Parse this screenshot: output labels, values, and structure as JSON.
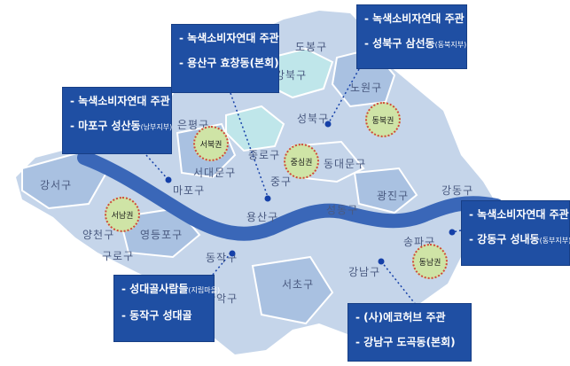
{
  "colors": {
    "callout_bg": "#1f4fa3",
    "zone_fill": "#cfe4a6",
    "zone_border": "#d0483c",
    "river": "#3a67b8",
    "district_light": "#c5d5ea",
    "district_teal": "#bfe6ea"
  },
  "districts": {
    "dobong": "도봉구",
    "gangbuk": "강북구",
    "nowon": "노원구",
    "seongbuk": "성북구",
    "eunpyeong": "은평구",
    "jongno": "종로구",
    "seodaemun": "서대문구",
    "dongdaemun": "동대문구",
    "mapo": "마포구",
    "jung": "중구",
    "gangseo": "강서구",
    "yongsan": "용산구",
    "seongdong": "성동구",
    "gwangjin": "광진구",
    "gangdong": "강동구",
    "yangcheon": "양천구",
    "yeongdeungpo": "영등포구",
    "guro": "구로구",
    "dongjak": "동작구",
    "gwanak": "관악구",
    "seocho": "서초구",
    "gangnam": "강남구",
    "songpa": "송파구"
  },
  "zones": {
    "northwest": "서북권",
    "center": "중심권",
    "northeast": "동북권",
    "southwest": "서남권",
    "southeast": "동남권"
  },
  "callouts": {
    "yongsan": {
      "line1": "- 녹색소비자연대 주관",
      "line2": "- 용산구  효창동(본회)"
    },
    "seongbuk": {
      "line1": "- 녹색소비자연대 주관",
      "line2_main": "- 성북구 삼선동",
      "line2_note": "(동북지부)"
    },
    "mapo": {
      "line1": "- 녹색소비자연대 주관",
      "line2_main": "- 마포구 성산동",
      "line2_note": "(남부지부)"
    },
    "gangdong": {
      "line1": "- 녹색소비자연대 주관",
      "line2_main": "- 강동구 성내동",
      "line2_note": "(동부지부)"
    },
    "dongjak": {
      "line1_main": "- 성대골사람들",
      "line1_note": "(지립마을)",
      "line2": "- 동작구 성대골"
    },
    "gangnam": {
      "line1": "- (사)에코허브 주관",
      "line2": "- 강남구 도곡동(본회)"
    }
  }
}
